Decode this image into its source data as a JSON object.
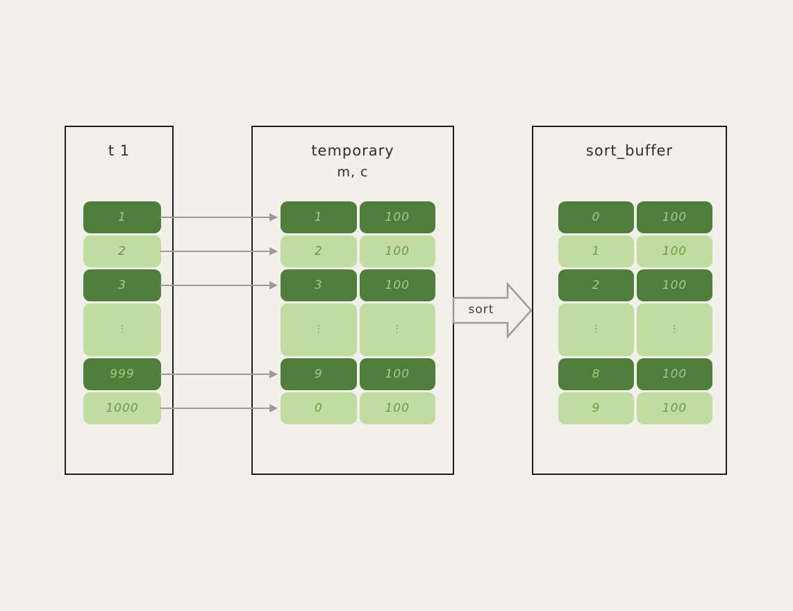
{
  "colors": {
    "background": "#f2f0ea",
    "panel_border": "#1c1c1c",
    "cell_dark": "#4f7d3a",
    "cell_light": "#c0dc9f",
    "text_on_dark": "#a3cc85",
    "text_on_light": "#699b4c",
    "arrow_gray": "#9b9b9b",
    "title_text": "#2e2e2e"
  },
  "panels": [
    {
      "id": "t1",
      "title": "t 1",
      "columns": 1,
      "rows": [
        {
          "cells": [
            "1"
          ],
          "shade": "dark"
        },
        {
          "cells": [
            "2"
          ],
          "shade": "light"
        },
        {
          "cells": [
            "3"
          ],
          "shade": "dark"
        },
        {
          "cells": [
            "⋮"
          ],
          "shade": "light",
          "ellipsis": true
        },
        {
          "cells": [
            "999"
          ],
          "shade": "dark"
        },
        {
          "cells": [
            "1000"
          ],
          "shade": "light"
        }
      ]
    },
    {
      "id": "temporary",
      "title": "temporary",
      "subtitle": "m, c",
      "columns": 2,
      "rows": [
        {
          "cells": [
            "1",
            "100"
          ],
          "shade": "dark"
        },
        {
          "cells": [
            "2",
            "100"
          ],
          "shade": "light"
        },
        {
          "cells": [
            "3",
            "100"
          ],
          "shade": "dark"
        },
        {
          "cells": [
            "⋮",
            "⋮"
          ],
          "shade": "light",
          "ellipsis": true
        },
        {
          "cells": [
            "9",
            "100"
          ],
          "shade": "dark"
        },
        {
          "cells": [
            "0",
            "100"
          ],
          "shade": "light"
        }
      ]
    },
    {
      "id": "sort_buffer",
      "title": "sort_buffer",
      "columns": 2,
      "rows": [
        {
          "cells": [
            "0",
            "100"
          ],
          "shade": "dark"
        },
        {
          "cells": [
            "1",
            "100"
          ],
          "shade": "light"
        },
        {
          "cells": [
            "2",
            "100"
          ],
          "shade": "dark"
        },
        {
          "cells": [
            "⋮",
            "⋮"
          ],
          "shade": "light",
          "ellipsis": true
        },
        {
          "cells": [
            "8",
            "100"
          ],
          "shade": "dark"
        },
        {
          "cells": [
            "9",
            "100"
          ],
          "shade": "light"
        }
      ]
    }
  ],
  "sort_arrow": {
    "label": "sort"
  }
}
